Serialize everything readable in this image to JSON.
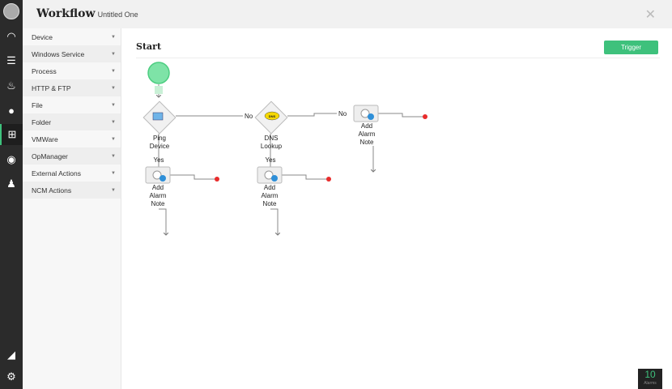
{
  "header": {
    "title": "Workflow",
    "subtitle": "Untitled One"
  },
  "rail": {
    "icons": [
      "avatar",
      "dashboard-icon",
      "inventory-icon",
      "alarm-icon",
      "map-pin-icon",
      "workflow-icon",
      "chat-icon",
      "user-icon",
      "reports-icon",
      "settings-icon"
    ]
  },
  "sidebar": {
    "items": [
      {
        "label": "Device"
      },
      {
        "label": "Windows Service"
      },
      {
        "label": "Process"
      },
      {
        "label": "HTTP & FTP"
      },
      {
        "label": "File"
      },
      {
        "label": "Folder"
      },
      {
        "label": "VMWare"
      },
      {
        "label": "OpManager"
      },
      {
        "label": "External Actions"
      },
      {
        "label": "NCM Actions"
      }
    ]
  },
  "canvas": {
    "title": "Start",
    "trigger_label": "Trigger"
  },
  "diagram": {
    "ping": {
      "line1": "Ping",
      "line2": "Device"
    },
    "dns": {
      "line1": "DNS",
      "line2": "Lookup",
      "badge": "DNS"
    },
    "alarm": {
      "line1": "Add",
      "line2": "Alarm",
      "line3": "Note"
    },
    "yes": "Yes",
    "no": "No"
  },
  "alarms": {
    "count": "10",
    "label": "Alarms"
  },
  "colors": {
    "accent": "#3ec17c",
    "rail": "#2b2b2b",
    "end_dot": "#e82c2c"
  }
}
